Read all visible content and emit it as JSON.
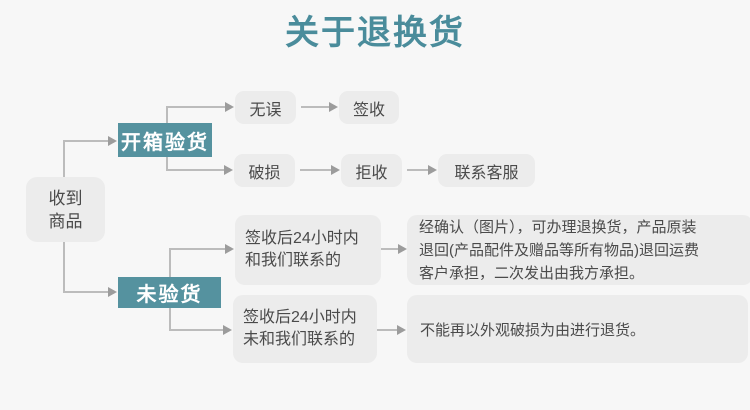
{
  "title": "关于退换货",
  "colors": {
    "background": "#f7f7f7",
    "node_background": "#ececec",
    "accent_title": "#4a8c9b",
    "accent_node": "#55929f",
    "node_text": "#4a4a4a",
    "line": "#bcbcbc",
    "arrow_head": "#9c9c9c"
  },
  "nodes": {
    "root": {
      "line1": "收到",
      "line2": "商品"
    },
    "open_inspect": "开箱验货",
    "no_error": "无误",
    "sign": "签收",
    "damaged": "破损",
    "reject": "拒收",
    "contact_service": "联系客服",
    "not_inspected": "未验货",
    "contacted": {
      "line1": "签收后24小时内",
      "line2": "和我们联系的"
    },
    "contacted_result": {
      "line1": "经确认（图片），可办理退换货，产品原装",
      "line2": "退回(产品配件及赠品等所有物品)退回运费",
      "line3": "客户承担，二次发出由我方承担。"
    },
    "not_contacted": {
      "line1": "签收后24小时内",
      "line2": "未和我们联系的"
    },
    "not_contacted_result": "不能再以外观破损为由进行退货。"
  }
}
